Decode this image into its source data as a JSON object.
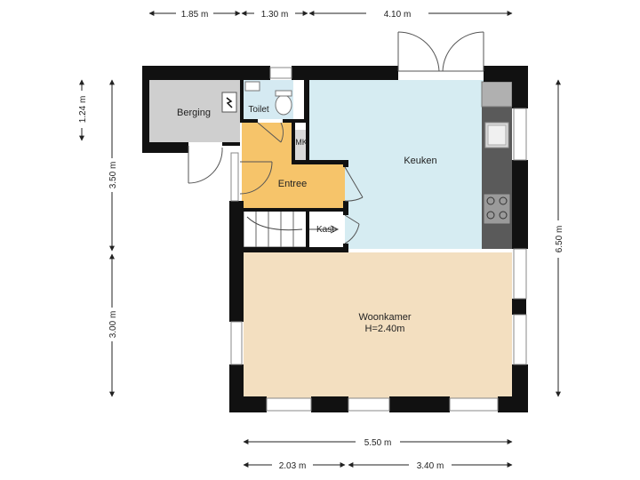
{
  "rooms": {
    "berging": "Berging",
    "toilet": "Toilet",
    "mk": "MK",
    "entree": "Entree",
    "keuken": "Keuken",
    "kast": "Kast",
    "woonkamer": "Woonkamer",
    "woonkamer_height": "H=2.40m"
  },
  "dimensions": {
    "top_1": "1.85 m",
    "top_2": "1.30 m",
    "top_3": "4.10 m",
    "left_1": "1.24 m",
    "left_2": "3.50 m",
    "left_3": "3.00 m",
    "right_total": "6.50 m",
    "bottom_total": "5.50 m",
    "bottom_1": "2.03 m",
    "bottom_2": "3.40 m"
  },
  "colors": {
    "wall": "#111111",
    "berging": "#cfcfcf",
    "toilet": "#d5eaf2",
    "entree": "#f6c46a",
    "keuken": "#d6ecf2",
    "woonkamer": "#f3dfc0",
    "kast": "#ffffff"
  }
}
